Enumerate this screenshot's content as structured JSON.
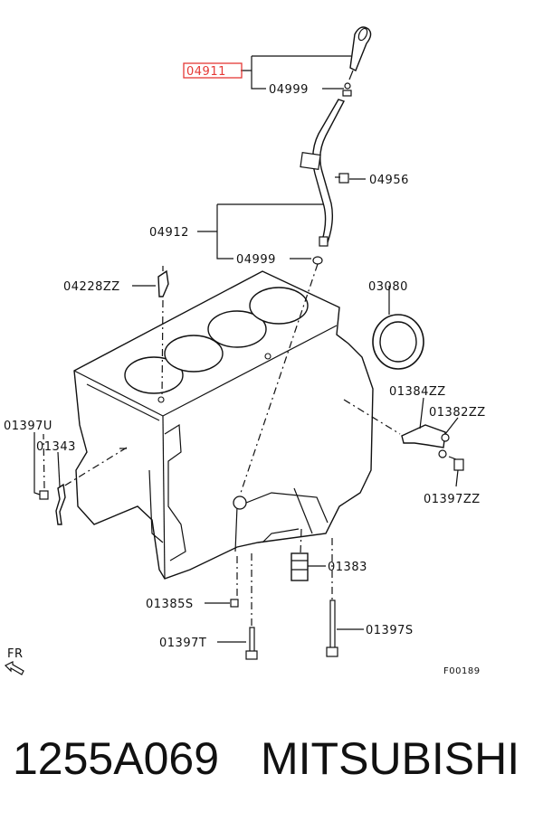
{
  "diagram": {
    "labels": {
      "p04911": "04911",
      "p04999a": "04999",
      "p04956": "04956",
      "p04912": "04912",
      "p04999b": "04999",
      "p04228ZZ": "04228ZZ",
      "p03080": "03080",
      "p01384ZZ": "01384ZZ",
      "p01382ZZ": "01382ZZ",
      "p01397U": "01397U",
      "p01343": "01343",
      "p01397ZZ": "01397ZZ",
      "p01383": "01383",
      "p01385S": "01385S",
      "p01397T": "01397T",
      "p01397S": "01397S"
    },
    "front_marker": "FR",
    "figure_code": "F00189",
    "highlight_color": "#e53935"
  },
  "caption": {
    "part_number": "1255A069",
    "brand": "MITSUBISHI"
  }
}
